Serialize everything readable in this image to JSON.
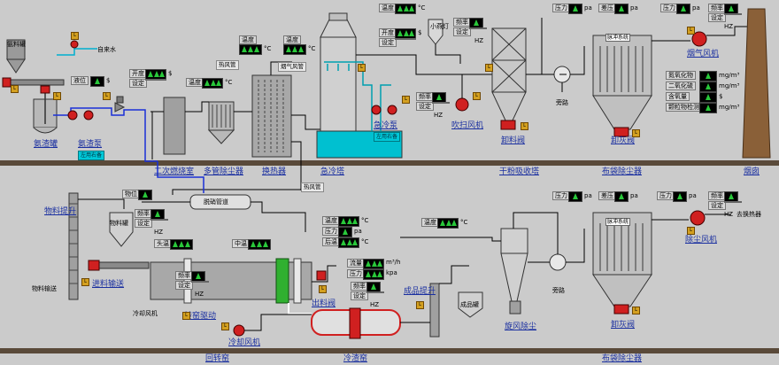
{
  "units": {
    "deg_c": "°C",
    "pa": "pa",
    "s": "$",
    "hz": "HZ",
    "kpa": "kpa",
    "m3h": "m³/h",
    "mgm3": "mg/m³"
  },
  "fields": {
    "temp": "温度",
    "set": "设定",
    "freq": "频率",
    "pressure": "压力",
    "liquid_level": "液位",
    "open_deg": "开度",
    "flow": "流量",
    "small_fan": "小燕灯",
    "head_temp": "头温",
    "mid_temp": "中温",
    "tail_temp": "后温",
    "material_temp": "物位",
    "diff_pressure": "差压",
    "no_alarm": "氮氧化物",
    "so2": "二氧化硫",
    "oxygen": "含氧量",
    "particulate": "颗粒物检测"
  },
  "top": {
    "material_tank": "氨料罐",
    "ammonia_tank": "氨渣罐",
    "ammonia_pump": "氨渣泵",
    "selfwater": "自来水",
    "standby_btn": "左用右备",
    "secondary_chamber": "二次燃烧室",
    "multitube": "多管除尘器",
    "heat_exchanger": "换热器",
    "hot_air_pipe": "热风管",
    "flue_pipe": "烟气风管",
    "quench_tower": "急冷塔",
    "quench_pump": "急冷泵",
    "quench_btn": "左用右备",
    "dry_absorber": "干粉吸收塔",
    "blower": "吹扫风机",
    "unloader": "卸料阀",
    "bypass": "旁路",
    "bag_filter": "布袋除尘器",
    "exhaust_fan": "烟气风机",
    "chimney": "烟囱",
    "bag_header": "脉冲系统",
    "dust_valve": "卸灰阀"
  },
  "bottom": {
    "material_lift": "物料提升",
    "feed_bin": "物料罐",
    "feed_conveyor": "进料输送",
    "material_conveyor": "物料输送",
    "denitration_pipe": "脱硝管道",
    "kiln_fan": "冷却风机",
    "kiln_drive": "转窑驱动",
    "rotary_kiln": "回转窑",
    "cooling_kiln": "冷渣窑",
    "discharge_valve": "出料阀",
    "product_lift": "成品提升",
    "product_bin": "成品罐",
    "cyclone": "旋风除尘",
    "bypass": "旁路",
    "bag_filter": "布袋除尘器",
    "bag_header": "脉冲系统",
    "dust_valve": "卸灰阀",
    "dust_fan": "除尘风机",
    "to_exchanger": "去换热器",
    "hot_air_pipe": "热风管",
    "kiln_head_fan": "冷却风机"
  }
}
